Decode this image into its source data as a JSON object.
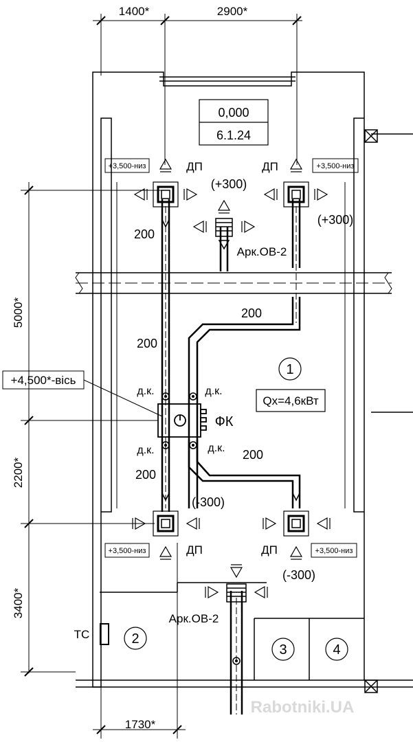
{
  "dimensions": {
    "top_left": "1400*",
    "top_right": "2900*",
    "left_upper": "5000*",
    "left_middle": "2200*",
    "left_lower": "3400*",
    "bottom": "1730*"
  },
  "stamp": {
    "level": "0,000",
    "code": "6.1.24"
  },
  "diffusers": {
    "label": "ДП",
    "elevation_tag": "+3,500-низ",
    "supply_flow": "(+300)",
    "exhaust_flow": "(-300)"
  },
  "duct_size": "200",
  "grille_label": "Арк.ОВ-2",
  "damper_label": "д.к.",
  "fan_coil": {
    "label": "ФК",
    "elevation": "+4,500*-вісь"
  },
  "rooms": [
    {
      "number": "1",
      "capacity": "Qх=4,6кВт"
    },
    {
      "number": "2"
    },
    {
      "number": "3"
    },
    {
      "number": "4"
    }
  ],
  "equipment": {
    "tc_label": "ТС"
  },
  "watermark": "Rabotniki.UA"
}
